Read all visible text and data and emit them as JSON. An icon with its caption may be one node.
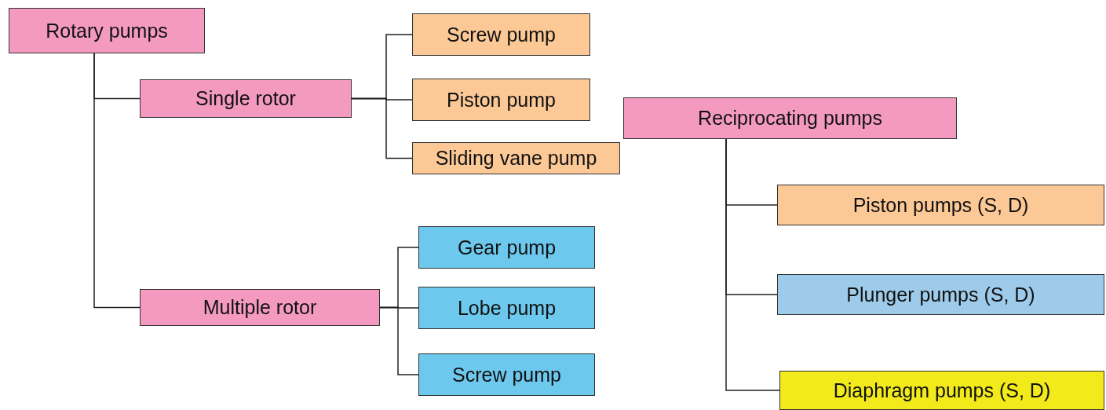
{
  "diagram": {
    "nodes": [
      {
        "text": [
          "Rotary pumps"
        ]
      },
      {
        "text": [
          "Single rotor"
        ]
      },
      {
        "text": [
          "Multiple rotor"
        ]
      },
      {
        "text": [
          "Screw pump"
        ]
      },
      {
        "text": [
          "Piston pump"
        ]
      },
      {
        "text": [
          "Sliding vane pump"
        ]
      },
      {
        "text": [
          "Gear pump"
        ]
      },
      {
        "text": [
          "Lobe pump"
        ]
      },
      {
        "text": [
          "Screw pump"
        ]
      },
      {
        "text": [
          "Reciprocating pumps"
        ]
      },
      {
        "text": [
          "Piston pumps (S, D)"
        ]
      },
      {
        "text": [
          "Plunger pumps (S, D)"
        ]
      },
      {
        "text": [
          "Diaphragm pumps (S, D)"
        ]
      }
    ],
    "edges": [
      {
        "from": 0,
        "to": 1,
        "arrow": "none"
      },
      {
        "from": 0,
        "to": 2,
        "arrow": "none"
      },
      {
        "from": 1,
        "to": 3,
        "arrow": "none"
      },
      {
        "from": 1,
        "to": 4,
        "arrow": "none"
      },
      {
        "from": 1,
        "to": 5,
        "arrow": "none"
      },
      {
        "from": 2,
        "to": 6,
        "arrow": "none"
      },
      {
        "from": 2,
        "to": 7,
        "arrow": "none"
      },
      {
        "from": 2,
        "to": 8,
        "arrow": "none"
      },
      {
        "from": 9,
        "to": 10,
        "arrow": "none"
      },
      {
        "from": 9,
        "to": 11,
        "arrow": "none"
      },
      {
        "from": 9,
        "to": 12,
        "arrow": "none"
      }
    ]
  }
}
